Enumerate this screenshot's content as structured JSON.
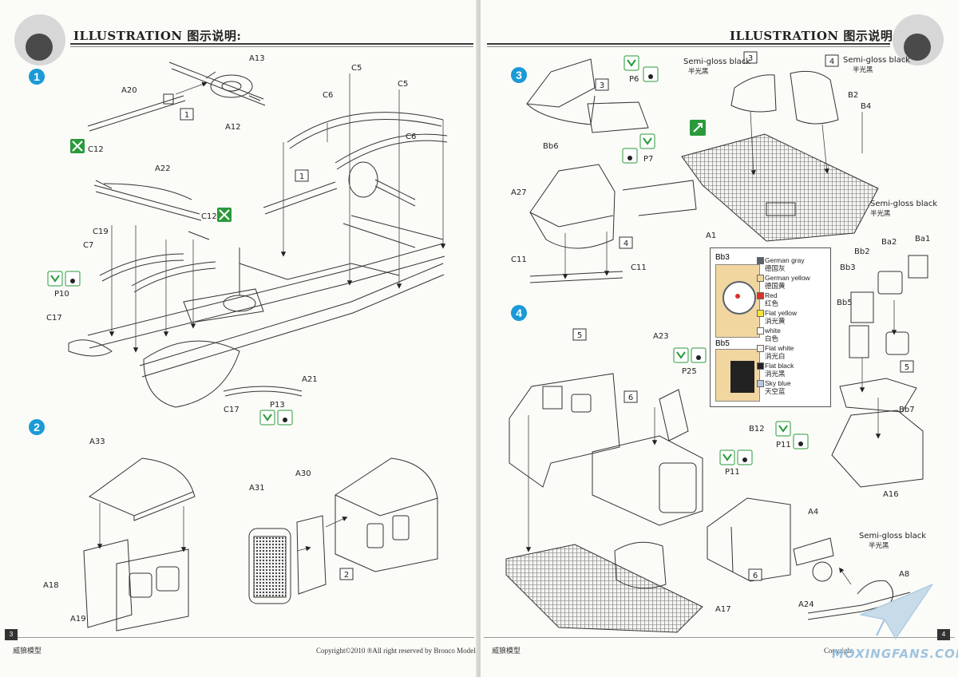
{
  "header": {
    "title_left": "ILLUSTRATION 图示说明:",
    "title_right": "ILLUSTRATION 图示说明:"
  },
  "steps": [
    "1",
    "2",
    "3",
    "4"
  ],
  "colors": {
    "step_badge": "#1a9ad6",
    "icon_green": "#2a9a3a",
    "german_gray": "#5b616b",
    "german_yellow": "#f1d6a0",
    "red": "#d8322a",
    "flat_yellow": "#f4e43c",
    "white": "#ffffff",
    "flat_white": "#f2f2ec",
    "flat_black": "#222222",
    "sky_blue": "#b9c6e0"
  },
  "step1": {
    "parts": [
      "A13",
      "A20",
      "A12",
      "C12",
      "A22",
      "C19",
      "C7",
      "P10",
      "C17",
      "A21",
      "C17",
      "P13",
      "C5",
      "C5",
      "C6",
      "C6",
      "C12"
    ],
    "refs": [
      "1",
      "1"
    ]
  },
  "step2": {
    "parts": [
      "A33",
      "A18",
      "A19",
      "A31",
      "A30"
    ],
    "refs": [
      "2"
    ]
  },
  "step3": {
    "parts": [
      "P6",
      "Bb6",
      "P7",
      "A27",
      "C11",
      "C11",
      "B2",
      "B4",
      "A1"
    ],
    "refs": [
      "3",
      "4",
      "3",
      "4"
    ],
    "paint_notes": [
      {
        "en": "Semi-gloss black",
        "cn": "半光黑"
      },
      {
        "en": "Semi-gloss black",
        "cn": "半光黑"
      },
      {
        "en": "Semi-gloss black",
        "cn": "半光黑"
      }
    ]
  },
  "step4": {
    "parts": [
      "A23",
      "P25",
      "Bb2",
      "Ba2",
      "Ba1",
      "Bb3",
      "Bb5",
      "Bb7",
      "A16",
      "B12",
      "P11",
      "P11",
      "A4",
      "A17",
      "A8",
      "A24"
    ],
    "refs": [
      "5",
      "6",
      "5",
      "6"
    ],
    "paint_note": {
      "en": "Semi-gloss black",
      "cn": "半光黑"
    }
  },
  "legend": {
    "bb3_label": "Bb3",
    "bb5_label": "Bb5",
    "items": [
      {
        "en": "German gray",
        "cn": "德国灰",
        "color": "#5b616b"
      },
      {
        "en": "German yellow",
        "cn": "德国黄",
        "color": "#f1d6a0"
      },
      {
        "en": "Red",
        "cn": "红色",
        "color": "#d8322a"
      },
      {
        "en": "Flat yellow",
        "cn": "消光黄",
        "color": "#f4e43c"
      },
      {
        "en": "white",
        "cn": "白色",
        "color": "#ffffff"
      },
      {
        "en": "Flat white",
        "cn": "消光白",
        "color": "#f2f2ec"
      },
      {
        "en": "Flat black",
        "cn": "消光黑",
        "color": "#222222"
      },
      {
        "en": "Sky blue",
        "cn": "天空蓝",
        "color": "#b9c6e0"
      }
    ]
  },
  "footer": {
    "left_brand": "威狼模型",
    "right_brand": "威狼模型",
    "copyright": "Copyright©2010 ®All right reserved by Bronco Models",
    "copyright_right": "Copyright",
    "page_left": "3",
    "page_right": "4",
    "watermark": "MOXINGFANS.COM"
  }
}
